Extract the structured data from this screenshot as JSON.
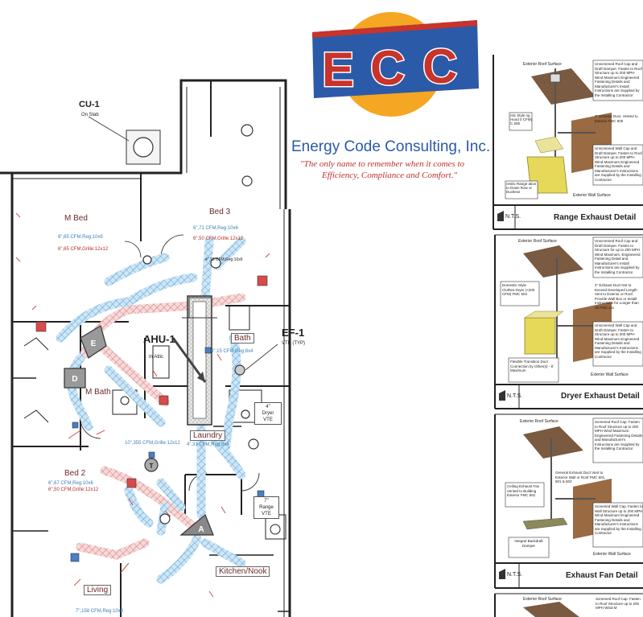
{
  "logo": {
    "letters": "ECC",
    "company": "Energy Code Consulting, Inc.",
    "tagline_line1": "\"The only name to remember when it comes to",
    "tagline_line2": "Efficiency, Compliance and Comfort.\"",
    "colors": {
      "orange": "#f5a623",
      "blue": "#2b5aa8",
      "red": "#c8332b",
      "white": "#ffffff"
    }
  },
  "floor_plan": {
    "equipment": {
      "cu1": {
        "tag": "CU-1",
        "note": "On Slab"
      },
      "ahu1": {
        "tag": "AHU-1",
        "note": "In Attic"
      },
      "ef1": {
        "tag": "EF-1",
        "note": "VTE (TYP)"
      }
    },
    "rooms": {
      "m_bed": {
        "name": "M Bed",
        "cfm1": "6\",65 CFM,Reg:10x6",
        "cfm2": "6\",65 CFM,Grille:12x12"
      },
      "bed3": {
        "name": "Bed 3",
        "cfm1": "6\",71 CFM,Reg:10x6",
        "cfm2": "6\",50 CFM,Grille:12x12",
        "cfm3": "4\",16 CFM,Reg:10x6"
      },
      "bath": {
        "name": "Bath",
        "cfm1": "4\",15 CFM,Reg:8x4"
      },
      "m_bath": {
        "name": "M Bath"
      },
      "laundry": {
        "name": "Laundry",
        "cfm1": "10\",355 CFM,Grille:12x12",
        "cfm2": "4\",31 CFM,Reg:8x4"
      },
      "bed2": {
        "name": "Bed 2",
        "cfm1": "6\",67 CFM,Reg:10x6",
        "cfm2": "6\",50 CFM,Grille:12x12"
      },
      "kitchen": {
        "name": "Kitchen/Nook"
      },
      "living": {
        "name": "Living",
        "cfm1": "7\",158 CFM,Reg:10x8"
      }
    },
    "vents": {
      "dryer": {
        "l1": "4\"",
        "l2": "Dryer",
        "l3": "VTE"
      },
      "range": {
        "l1": "7\"",
        "l2": "Range",
        "l3": "VTE"
      }
    },
    "symbols": {
      "e": "E",
      "d": "D",
      "a": "A",
      "t": "T"
    },
    "colors": {
      "supply": "#8ec5e8",
      "return": "#e8a0a0",
      "wall": "#222222"
    }
  },
  "details": {
    "range": {
      "title": "Range Exhaust Detail",
      "nts": "N.T.S.",
      "notes": [
        "Exterior Roof Surface",
        "Unscreened Roof Cap and Draft Damper. Fasten to Roof Structure up to 200 MPH Wind Maximum Engineered Fastening Details and Manufacturer's Install Instructions are Supplied by the Installing Contractor",
        "7\" Exhaust Duct, Vented to Exterior FMC 505",
        "Unscreened Wall Cap and Draft Damper. Fasten to Roof Structure up to 200 MPH Wind Maximum Engineered Fastening Details and Manufacturer's Instructions are Supplied by the Installing Contractor",
        "ntic Style ng Hood 0 CFM) C 505",
        "nestic Range ation to Down Row or Ductless",
        "Exterior Wall Surface"
      ]
    },
    "dryer": {
      "title": "Dryer Exhaust Detail",
      "nts": "N.T.S.",
      "notes": [
        "Exterior Roof Surface",
        "Unscreened Roof Cap and Draft Damper. Fasten to Structure for up to 200 MPH Wind Maximum. Engineered Fastening Detail and Manufacturer's Install Instructions are Supplied by the Installing Contractor",
        "Domestic Style Clothes Dryer (<200 CFM) FMC 504",
        "4\" Exhaust Duct Not to Exceed Developed Length Vent to Exterior or Roof. Provide Wall Box or Install Instructions for Longer than 35 FMC.xxx",
        "Unscreened Wall Cap and Draft Damper. Fasten to Structure up to 200 MPH Wind Maximum Engineered Fastening Details and Manufacturer's Instructions are Supplied by the Installing Contractor",
        "Flexible Transition Duct Connection by Other(s) - 8' Maximum",
        "Exterior Wall Surface"
      ]
    },
    "exhaust_fan": {
      "title": "Exhaust Fan Detail",
      "nts": "N.T.S.",
      "notes": [
        "Exterior Roof Surface",
        "Screened Roof Cap. Fasten to Roof Structure up to 200 MPH Wind Maximum. Engineered Fastening Details and Manufacturer's Instructions are Supplied by the Installing Contractor",
        "General Exhaust Duct Vent to Exterior Wall or Roof FMC 501, 501 & 503",
        "Ceiling Exhaust Fan Vented to Building Exterior FMC 501",
        "Screened Wall Cap. Fasten to Wall Structure up to 200 MPH Wind Maximum Engineered Fastening Details and Manufacturer's Instructions are Supplied by the Installing Contractor",
        "Integral Backdraft Damper",
        "Exterior Wall Surface"
      ]
    },
    "fourth": {
      "notes": [
        "Exterior Roof Surface",
        "Screened Roof Cap. Fasten to Roof Structure up to 200 MPH Wind M"
      ]
    }
  }
}
